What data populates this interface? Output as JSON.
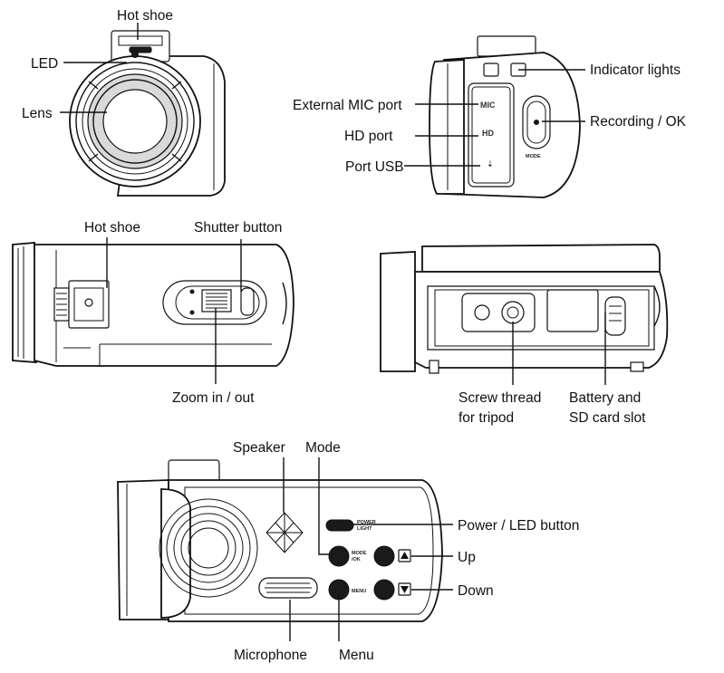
{
  "views": {
    "front": {
      "hot_shoe": "Hot shoe",
      "led": "LED",
      "lens": "Lens"
    },
    "side_ports": {
      "indicator_lights": "Indicator lights",
      "external_mic_port": "External MIC port",
      "hd_port": "HD port",
      "port_usb": "Port USB",
      "recording_ok": "Recording / OK",
      "panel_mic": "MIC",
      "panel_hd": "HD",
      "panel_mode": "MODE"
    },
    "top": {
      "hot_shoe": "Hot shoe",
      "shutter_button": "Shutter button",
      "zoom": "Zoom in / out"
    },
    "bottom": {
      "screw_line1": "Screw thread",
      "screw_line2": "for tripod",
      "battery_line1": "Battery and",
      "battery_line2": "SD card slot"
    },
    "back": {
      "speaker": "Speaker",
      "mode": "Mode",
      "power_led": "Power / LED button",
      "up": "Up",
      "down": "Down",
      "microphone": "Microphone",
      "menu": "Menu",
      "btn_power": "POWER",
      "btn_light": "LIGHT",
      "btn_mode": "MODE",
      "btn_ok": "/OK",
      "btn_menu": "MENU"
    }
  }
}
